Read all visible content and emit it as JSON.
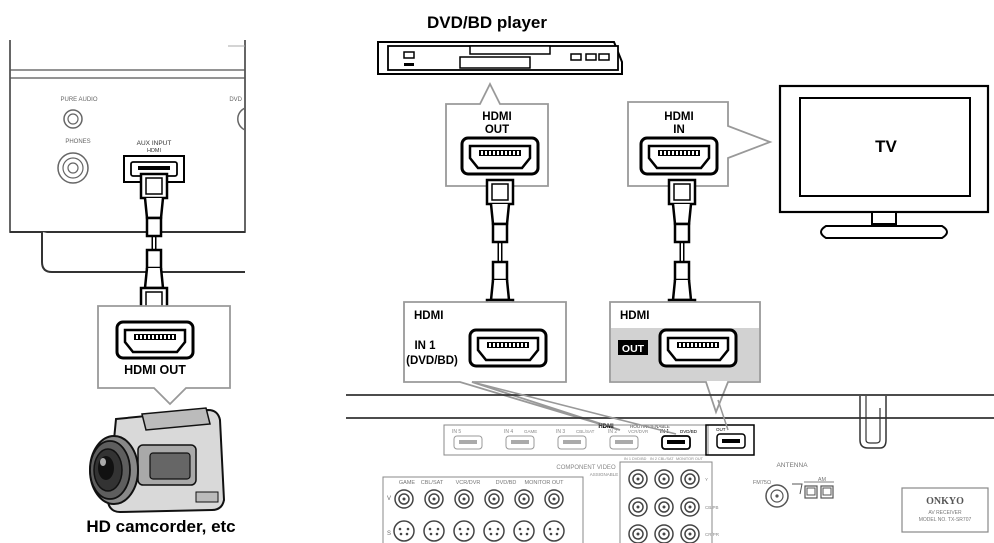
{
  "devices": {
    "player": "DVD/BD player",
    "camcorder": "HD camcorder, etc",
    "tv": "TV"
  },
  "callouts": {
    "player_port": [
      "HDMI",
      "OUT"
    ],
    "tv_port": [
      "HDMI",
      "IN"
    ],
    "cam_port": "HDMI OUT",
    "front_input": [
      "AUX INPUT",
      "HDMI"
    ],
    "receiver_in_title": "HDMI",
    "receiver_in_port": [
      "IN 1",
      "(DVD/BD)"
    ],
    "receiver_out_title": "HDMI",
    "receiver_out_badge": "OUT"
  },
  "front_panel": {
    "pure_audio": "PURE AUDIO",
    "phones": "PHONES",
    "dvd": "DVD"
  },
  "rear_panel": {
    "hdmi_label": "HDMI",
    "hdmi_subtitle": "ROUTING/ENABLE",
    "hdmi_inputs": [
      {
        "num": "IN 5",
        "name": ""
      },
      {
        "num": "IN 4",
        "name": "GAME"
      },
      {
        "num": "IN 3",
        "name": "CBL/SAT"
      },
      {
        "num": "IN 2",
        "name": "VCR/DVR"
      },
      {
        "num": "IN 1",
        "name": "DVD/BD"
      }
    ],
    "hdmi_out": "OUT",
    "component_video": "COMPONENT VIDEO",
    "component_sub": "ASSIGNABLE",
    "component_headers": [
      "IN 1 DVD/BD",
      "IN 2 CBL/SAT",
      "MONITOR OUT"
    ],
    "component_side": [
      "Y",
      "CB/PB",
      "CR/PR"
    ],
    "video_groups": [
      "GAME",
      "CBL/SAT",
      "VCR/DVR",
      "DVD/BD",
      "MONITOR OUT"
    ],
    "video_side": [
      "V",
      "S"
    ],
    "antenna": "ANTENNA",
    "fm": "FM75Ω",
    "am": "AM",
    "brand": "ONKYO",
    "model_line1": "AV RECEIVER",
    "model_line2": "MODEL NO. TX-SR707"
  }
}
